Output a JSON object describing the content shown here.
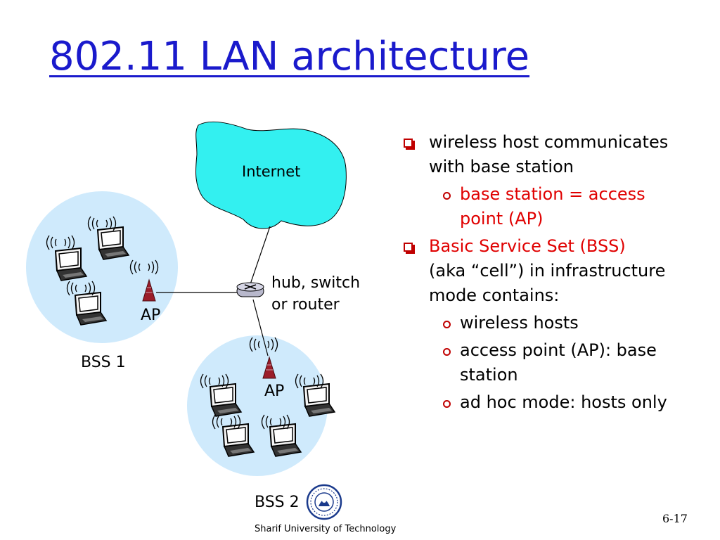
{
  "title": "802.11 LAN architecture",
  "diagram": {
    "internet_label": "Internet",
    "router_label_line1": "hub, switch",
    "router_label_line2": "or router",
    "ap1_label": "AP",
    "ap2_label": "AP",
    "bss1_label": "BSS 1",
    "bss2_label": "BSS 2"
  },
  "bullets": [
    {
      "text_line1": "wireless host communicates",
      "text_line2": "with base station",
      "sub": [
        {
          "text_line1": "base station = access",
          "text_line2": "point (AP)"
        }
      ]
    },
    {
      "text_red": "Basic Service Set (BSS)",
      "text_line2": "(aka “cell”) in infrastructure",
      "text_line3": "mode contains:",
      "sub": [
        {
          "text": "wireless hosts"
        },
        {
          "text_line1": "access point (AP): base",
          "text_line2": "station"
        },
        {
          "text": "ad hoc mode: hosts only"
        }
      ]
    }
  ],
  "footer": "Sharif University of Technology",
  "page_number": "6-17",
  "colors": {
    "title": "#1a1acc",
    "bss_fill": "#cfeafc",
    "internet_fill": "#33f0f0",
    "accent_red": "#e00000",
    "ap_fill": "#9b1d2a"
  },
  "icons": [
    "laptop-icon",
    "wireless-signal-icon",
    "access-point-icon",
    "router-icon",
    "university-seal-icon"
  ]
}
